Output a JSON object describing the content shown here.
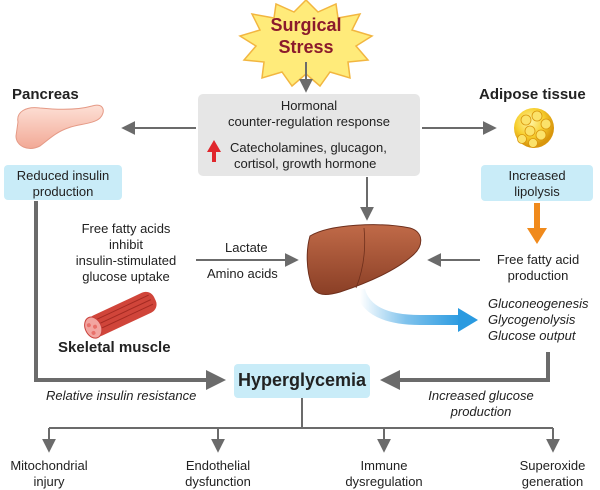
{
  "top": {
    "line1": "Surgical",
    "line2": "Stress"
  },
  "hormonal": {
    "title_line1": "Hormonal",
    "title_line2": "counter-regulation response",
    "hormones_line1": "Catecholamines, glucagon,",
    "hormones_line2": "cortisol, growth hormone"
  },
  "pancreas": {
    "label": "Pancreas",
    "effect_line1": "Reduced insulin",
    "effect_line2": "production"
  },
  "adipose": {
    "label": "Adipose tissue",
    "effect_line1": "Increased",
    "effect_line2": "lipolysis",
    "output_line1": "Free fatty acid",
    "output_line2": "production"
  },
  "muscle": {
    "ffa_line1": "Free fatty acids",
    "ffa_line2": "inhibit",
    "ffa_line3": "insulin-stimulated",
    "ffa_line4": "glucose uptake",
    "label": "Skeletal muscle"
  },
  "liver_inputs": {
    "lactate": "Lactate",
    "amino": "Amino acids"
  },
  "liver_outputs": {
    "line1": "Gluconeogenesis",
    "line2": "Glycogenolysis",
    "line3": "Glucose output"
  },
  "center": {
    "label": "Hyperglycemia"
  },
  "left_path": "Relative insulin resistance",
  "right_path": {
    "line1": "Increased glucose",
    "line2": "production"
  },
  "outcomes": [
    {
      "line1": "Mitochondrial",
      "line2": "injury"
    },
    {
      "line1": "Endothelial",
      "line2": "dysfunction"
    },
    {
      "line1": "Immune",
      "line2": "dysregulation"
    },
    {
      "line1": "Superoxide",
      "line2": "generation"
    }
  ],
  "colors": {
    "stress_text": "#8b1a2c",
    "star_fill": "#ffeb7a",
    "star_stroke": "#f2b640",
    "blue_box": "#c9ecf8",
    "grey_box": "#e6e6e6",
    "arrow": "#6b6b6b",
    "liver": "#a8553a",
    "orange_arrow": "#f08a1c",
    "blue_arrow": "#2a9ae0",
    "red_arrow": "#e0262c"
  }
}
